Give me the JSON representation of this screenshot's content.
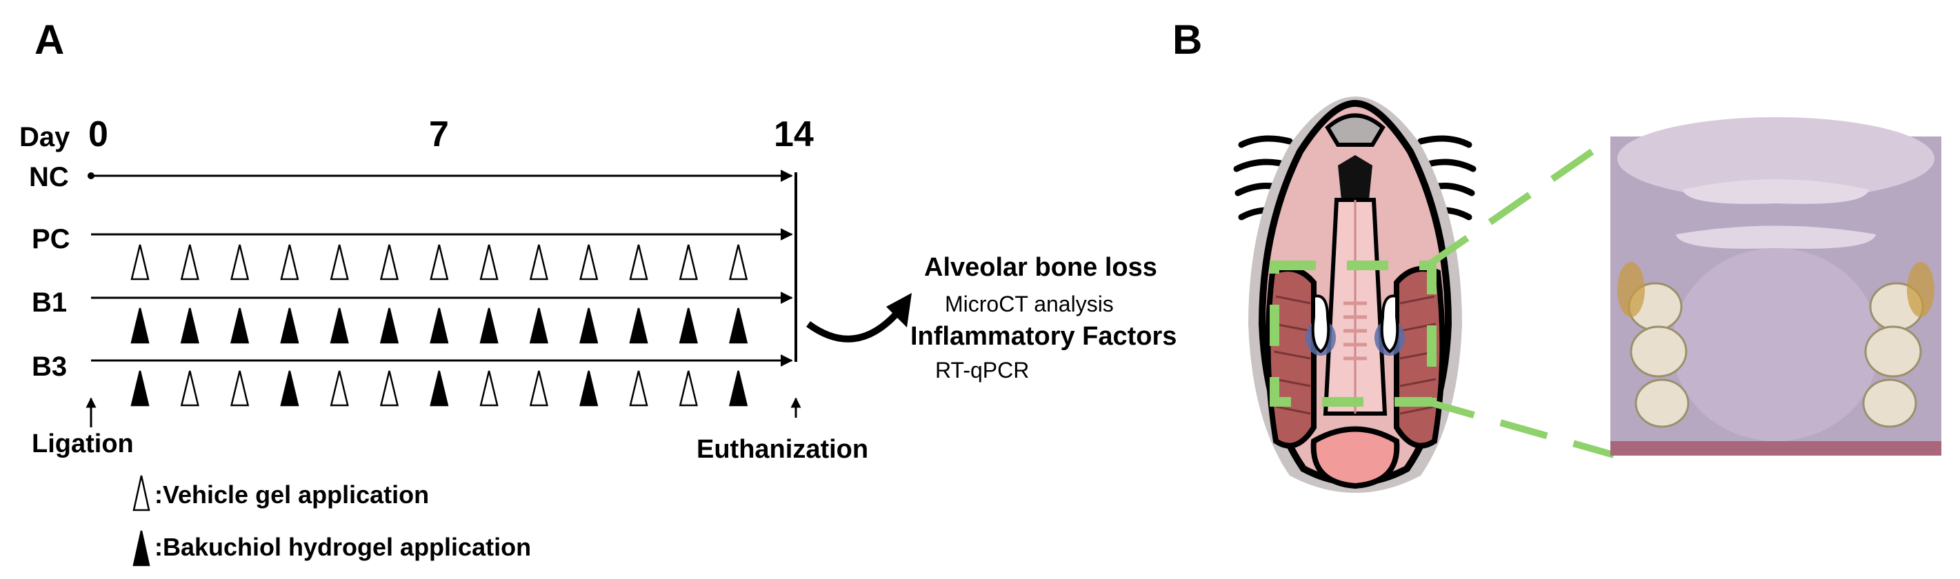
{
  "panel_a": {
    "label": "A",
    "day_prefix": "Day",
    "day_marks": [
      "0",
      "7",
      "14"
    ],
    "groups": [
      {
        "name": "NC",
        "pattern": []
      },
      {
        "name": "PC",
        "pattern": [
          "open",
          "open",
          "open",
          "open",
          "open",
          "open",
          "open",
          "open",
          "open",
          "open",
          "open",
          "open",
          "open"
        ]
      },
      {
        "name": "B1",
        "pattern": [
          "filled",
          "filled",
          "filled",
          "filled",
          "filled",
          "filled",
          "filled",
          "filled",
          "filled",
          "filled",
          "filled",
          "filled",
          "filled"
        ]
      },
      {
        "name": "B3",
        "pattern": [
          "filled",
          "open",
          "open",
          "filled",
          "open",
          "open",
          "filled",
          "open",
          "open",
          "filled",
          "open",
          "open",
          "filled"
        ]
      }
    ],
    "start_event": "Ligation",
    "end_event": "Euthanization",
    "legend": {
      "open_label": ":Vehicle gel application",
      "filled_label": ":Bakuchiol hydrogel application"
    },
    "outcomes": {
      "heading_1": "Alveolar bone loss",
      "method_1": "MicroCT analysis",
      "heading_2": "Inflammatory Factors",
      "method_2": "RT-qPCR"
    }
  },
  "panel_b": {
    "label": "B",
    "highlight_color": "#8fd16a"
  }
}
